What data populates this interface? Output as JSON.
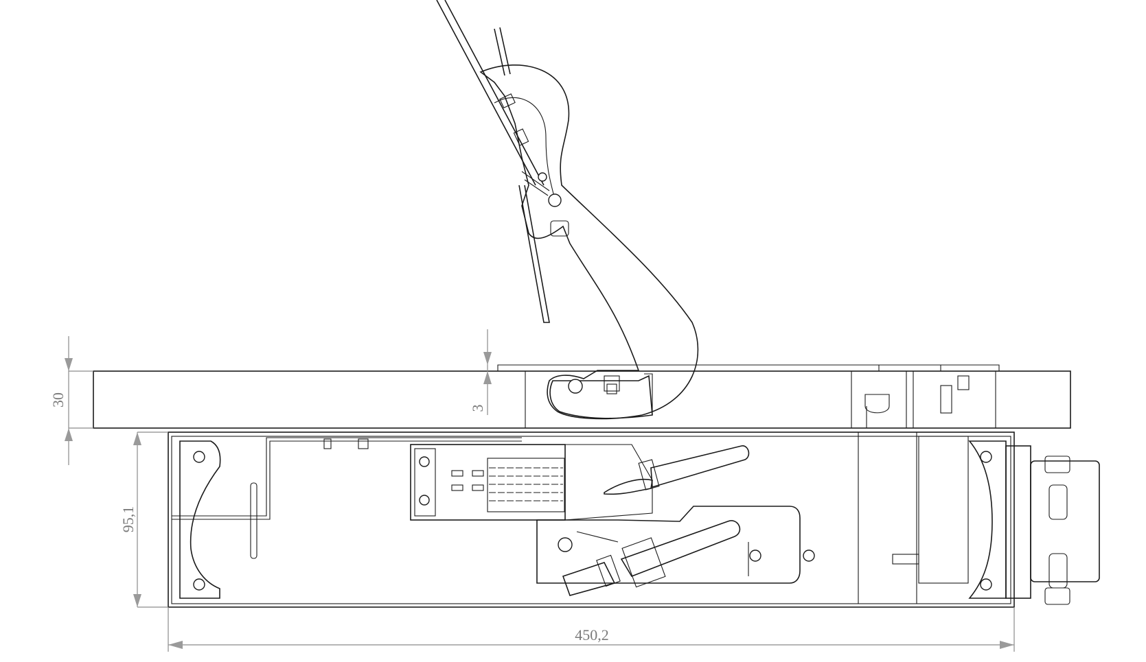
{
  "drawing": {
    "dimensions": {
      "width": "450,2",
      "height_box": "95,1",
      "height_lid": "30",
      "gap": "3"
    },
    "colors": {
      "line": "#1a1a1a",
      "dimension": "#8a8a8a",
      "background": "#ffffff"
    }
  }
}
